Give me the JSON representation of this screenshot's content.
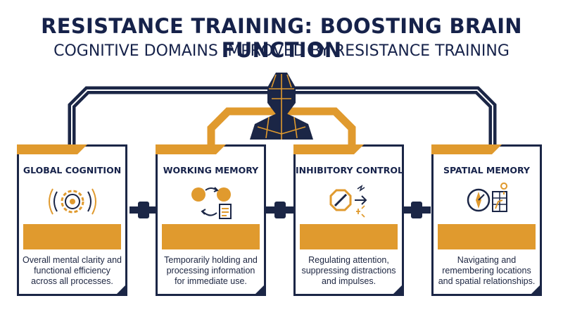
{
  "header": {
    "title": "RESISTANCE TRAINING: BOOSTING BRAIN FUNCTION",
    "subtitle": "COGNITIVE DOMAINS IMPROVED BY RESISTANCE TRAINING"
  },
  "colors": {
    "navy": "#1b2646",
    "accent": "#e09a2e"
  },
  "center_graphic": {
    "icon": "human-head-icon"
  },
  "domains": [
    {
      "title": "GLOBAL COGNITION",
      "icon": "brain-gear-icon",
      "description": "Overall mental clarity and functional efficiency across all processes."
    },
    {
      "title": "WORKING MEMORY",
      "icon": "memory-cycle-icon",
      "description": "Temporarily holding and processing information for immediate use."
    },
    {
      "title": "INHIBITORY CONTROL",
      "icon": "stop-sign-icon",
      "description": "Regulating attention, suppressing distractions and impulses."
    },
    {
      "title": "SPATIAL MEMORY",
      "icon": "compass-map-icon",
      "description": "Navigating and remembering locations and spatial relationships."
    }
  ]
}
